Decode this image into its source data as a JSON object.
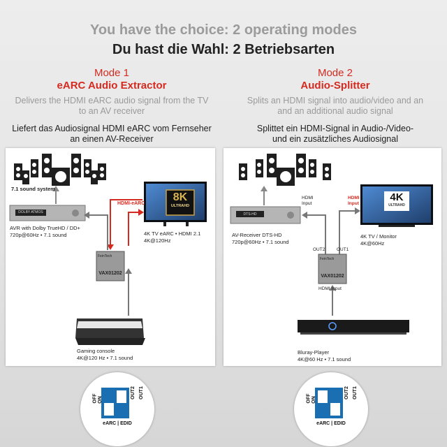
{
  "header": {
    "title_en": "You have the choice: 2 operating modes",
    "title_de": "Du hast die Wahl: 2 Betriebsarten"
  },
  "mode1": {
    "label": "Mode 1",
    "name": "eARC Audio Extractor",
    "desc_en_line1": "Delivers the HDMI eARC audio signal from the TV",
    "desc_en_line2": "to an AV receiver",
    "desc_de_line1": "Liefert das Audiosignal HDMI eARC vom Fernseher",
    "desc_de_line2": "an einen AV-Receiver",
    "diagram": {
      "speaker_label": "7.1 sound system",
      "avr_display": "DOLBY ATMOS",
      "avr_label_line1": "AVR with Dolby TrueHD / DD+",
      "avr_label_line2": "720p@60Hz • 7.1 sound",
      "arc_label": "HDMI-eARC",
      "tv_badge_big": "8K",
      "tv_badge_small": "ULTRAHD",
      "tv_label_line1": "4K TV eARC • HDMI 2.1",
      "tv_label_line2": "4K@120Hz",
      "device_brand": "FeinTech",
      "device_model": "VAX01202",
      "console_label_line1": "Gaming console",
      "console_label_line2": "4K@120 Hz • 7.1 sound"
    },
    "switch": {
      "off": "OFF",
      "on": "ON",
      "out2": "OUT2",
      "out1": "OUT1",
      "bottom": "eARC | EDID"
    }
  },
  "mode2": {
    "label": "Mode 2",
    "name": "Audio-Splitter",
    "desc_en_line1": "Splits an HDMI signal into audio/video and an",
    "desc_en_line2": "and an additional audio signal",
    "desc_de_line1": "Splittet ein HDMI-Signal in Audio-/Video-",
    "desc_de_line2": "und ein zusätzliches Audiosignal",
    "diagram": {
      "avr_display": "DTS-HD",
      "avr_label_line1": "AV-Receiver DTS-HD",
      "avr_label_line2": "720p@60Hz • 7.1 sound",
      "avr_input_line1": "HDMI",
      "avr_input_line2": "Input",
      "tv_input_line1": "HDMI",
      "tv_input_line2": "Input",
      "tv_badge_big": "4K",
      "tv_badge_small": "ULTRAHD",
      "tv_label_line1": "4K TV / Monitor",
      "tv_label_line2": "4K@60Hz",
      "device_brand": "FeinTech",
      "device_model": "VAX01202",
      "out2": "OUT2",
      "out1": "OUT1",
      "hdmi_input": "HDMI Input",
      "player_label_line1": "Bluray-Player",
      "player_label_line2": "4K@60 Hz • 7.1 sound"
    },
    "switch": {
      "off": "OFF",
      "on": "ON",
      "out2": "OUT2",
      "out1": "OUT1",
      "bottom": "eARC | EDID"
    }
  },
  "colors": {
    "accent_red": "#d42a20",
    "switch_blue": "#1a6fb3"
  }
}
